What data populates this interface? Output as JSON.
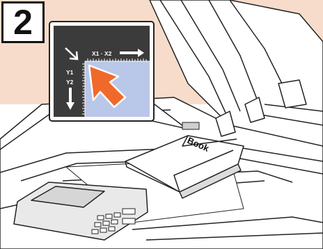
{
  "step_number": "2",
  "inset": {
    "x_label": "X1 · X2",
    "y_label_1": "Y1",
    "y_label_2": "Y2"
  },
  "book_label": "Book",
  "colors": {
    "background_peach": "#f7dccb",
    "glass_blue": "#b9c7e8",
    "arrow_orange": "#ef6a2a",
    "inset_dark": "#3b3b3b",
    "outline": "#222222"
  },
  "icons": [
    "down-right-arrow-icon",
    "right-arrow-icon",
    "down-arrow-icon",
    "pointer-arrow-icon"
  ]
}
